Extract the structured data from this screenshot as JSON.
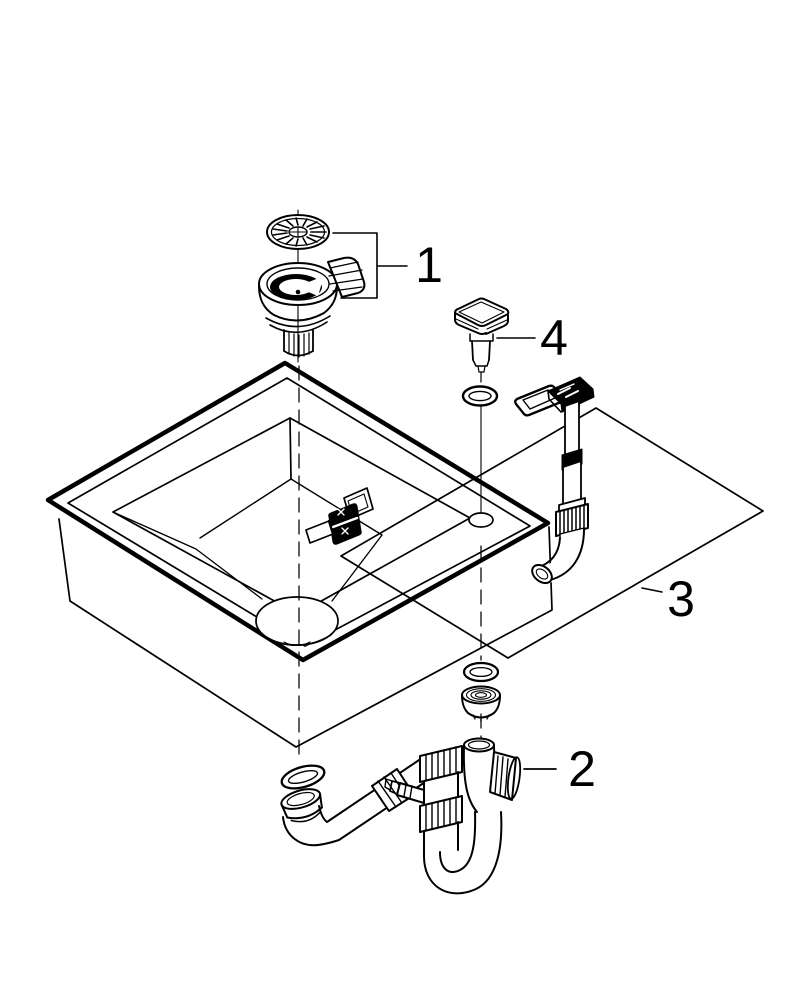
{
  "figure": {
    "kind": "exploded-parts-diagram",
    "background": "#ffffff",
    "line_color": "#000000",
    "label_color": "#000000"
  },
  "callouts": {
    "c1": {
      "number": "1"
    },
    "c2": {
      "number": "2"
    },
    "c3": {
      "number": "3"
    },
    "c4": {
      "number": "4"
    }
  },
  "parts": [
    {
      "callout": "1",
      "name": "basket-strainer-assembly"
    },
    {
      "callout": "2",
      "name": "drain-trap-pipe-assembly"
    },
    {
      "callout": "3",
      "name": "overflow-assembly-plane"
    },
    {
      "callout": "4",
      "name": "overflow-actuator-knob"
    }
  ]
}
